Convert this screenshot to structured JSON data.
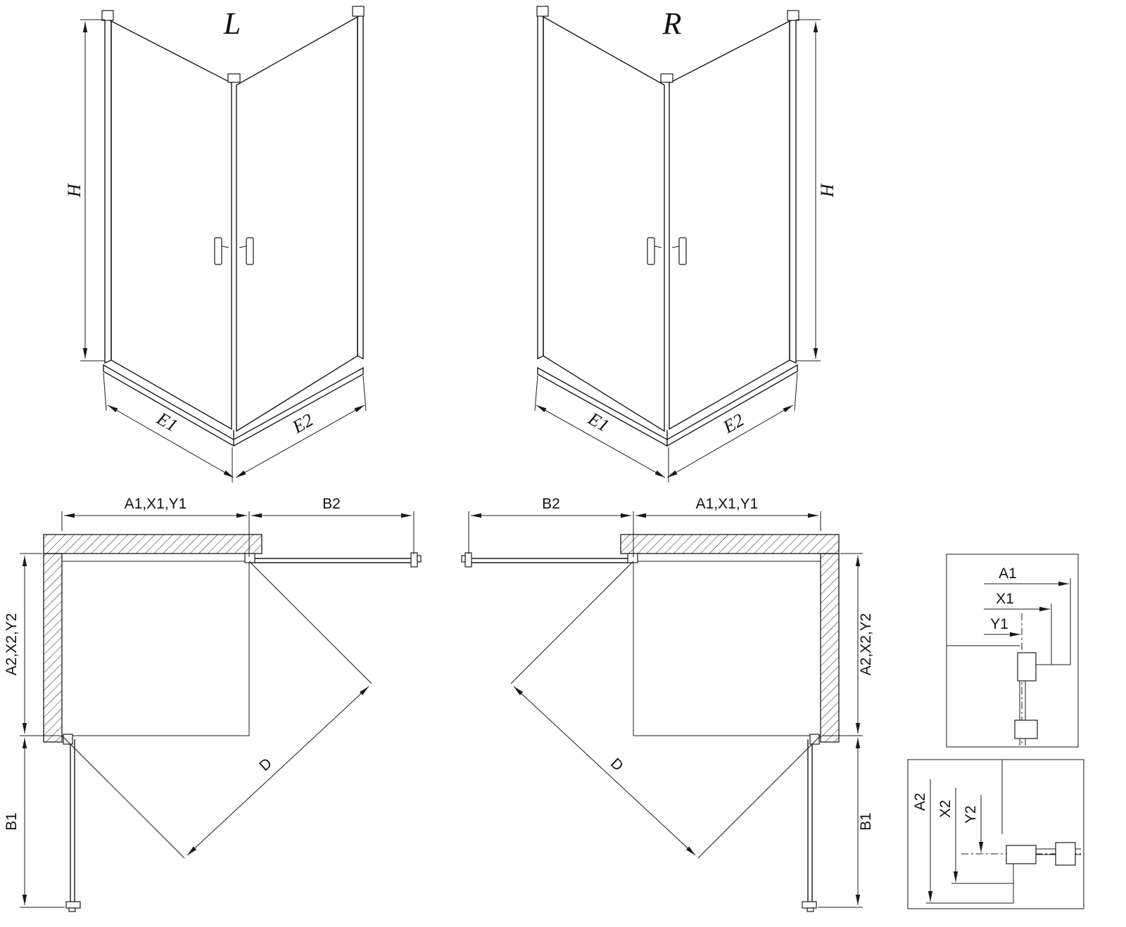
{
  "page": {
    "background": "#ffffff",
    "ink": "#1a1a1a"
  },
  "views": {
    "perspective_left": {
      "name_label": "L",
      "height_label": "H",
      "left_width_label": "E1",
      "right_width_label": "E2"
    },
    "perspective_right": {
      "name_label": "R",
      "height_label": "H",
      "left_width_label": "E2",
      "right_width_label": "E1"
    },
    "plan_left": {
      "top_width_label": "A1,X1,Y1",
      "door_width_label": "B2",
      "depth_label": "A2,X2,Y2",
      "door_depth_label": "B1",
      "diagonal_label": "D"
    },
    "plan_right": {
      "top_width_label": "A1,X1,Y1",
      "door_width_label": "B2",
      "depth_label": "A2,X2,Y2",
      "door_depth_label": "B1",
      "diagonal_label": "D"
    },
    "detail_width": {
      "outer_label": "A1",
      "mid_label": "X1",
      "inner_label": "Y1"
    },
    "detail_depth": {
      "outer_label": "A2",
      "mid_label": "X2",
      "inner_label": "Y2"
    }
  }
}
